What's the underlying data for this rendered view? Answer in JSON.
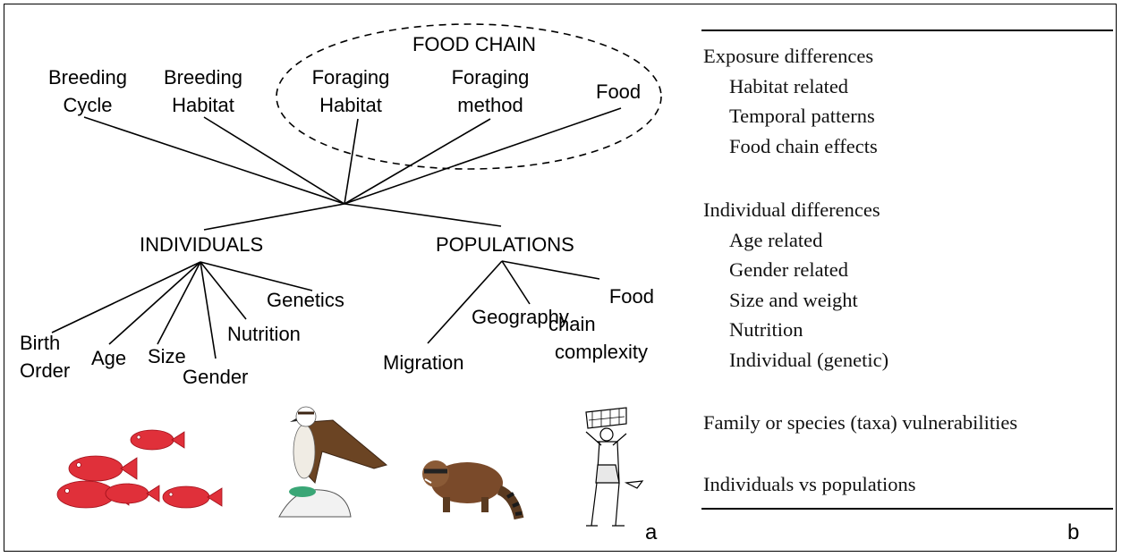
{
  "panel_a": {
    "top_labels": {
      "food_chain": "FOOD CHAIN",
      "breeding_cycle": [
        "Breeding",
        "Cycle"
      ],
      "breeding_habitat": [
        "Breeding",
        "Habitat"
      ],
      "foraging_habitat": [
        "Foraging",
        "Habitat"
      ],
      "foraging_method": [
        "Foraging",
        "method"
      ],
      "food": "Food"
    },
    "individuals": {
      "title": "INDIVIDUALS",
      "items": {
        "birth_order": [
          "Birth",
          "Order"
        ],
        "age": "Age",
        "size": "Size",
        "gender": "Gender",
        "nutrition": "Nutrition",
        "genetics": "Genetics"
      }
    },
    "populations": {
      "title": "POPULATIONS",
      "items": {
        "migration": "Migration",
        "geography": "Geography",
        "food_chain_complexity": [
          "Food",
          "chain",
          "complexity"
        ]
      }
    },
    "letter": "a",
    "colors": {
      "fish": "#e0303a",
      "osprey": "#6b4423",
      "raccoon": "#7a4a2a"
    }
  },
  "panel_b": {
    "groups": [
      {
        "heading": "Exposure differences",
        "items": [
          "Habitat related",
          "Temporal patterns",
          "Food chain effects"
        ]
      },
      {
        "heading": "Individual differences",
        "items": [
          "Age related",
          "Gender related",
          "Size and weight",
          "Nutrition",
          "Individual (genetic)"
        ]
      },
      {
        "heading": "Family or species (taxa) vulnerabilities",
        "items": []
      },
      {
        "heading": "Individuals vs populations",
        "items": []
      }
    ],
    "letter": "b"
  }
}
